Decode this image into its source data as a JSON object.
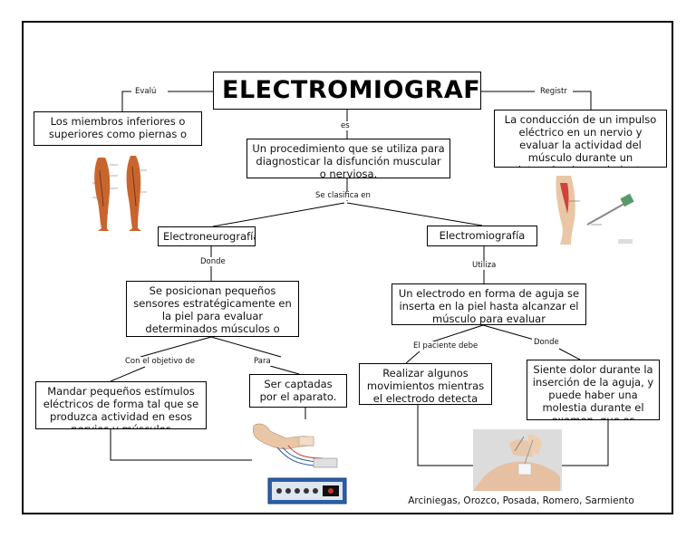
{
  "title": "ELECTROMIOGRAF",
  "connectors": {
    "evalua": "Evalú",
    "registra": "Registr",
    "es": "es",
    "clasifica": "Se clasifica en",
    "donde1": "Donde",
    "utiliza": "Utiliza",
    "objetivo": "Con el objetivo de",
    "para": "Para",
    "paciente": "El paciente debe",
    "donde2": "Donde"
  },
  "boxes": {
    "miembros": "Los miembros inferiores o superiores como piernas o",
    "conduccion": "La conducción de un impulso eléctrico en un nervio y evaluar la actividad del músculo durante un determinado movimiento",
    "procedimiento": "Un procedimiento que se utiliza para diagnosticar la disfunción muscular o nerviosa.",
    "electroneurografia": "Electroneurografía",
    "electromiografia": "Electromiografía",
    "sensores": "Se posicionan pequeños sensores estratégicamente en la piel para evaluar determinados músculos o tramos de nervios",
    "electrodo": "Un electrodo en forma de aguja se inserta en la piel hasta alcanzar el músculo para evaluar directamente",
    "mandar": "Mandar pequeños estímulos eléctricos de forma tal que se produzca actividad en esos nervios y músculos",
    "captadas": "Ser captadas por el aparato.",
    "realizar": "Realizar  algunos movimientos mientras el electrodo detecta las",
    "dolor": "Siente dolor durante la inserción de la aguja, y puede haber una molestia durante el examen, que es"
  },
  "credits": "Arciniegas, Orozco, Posada, Romero, Sarmiento",
  "colors": {
    "border": "#000000",
    "muscle": "#c8652f",
    "skin": "#e9c6a6",
    "device": "#2a5fa8"
  }
}
